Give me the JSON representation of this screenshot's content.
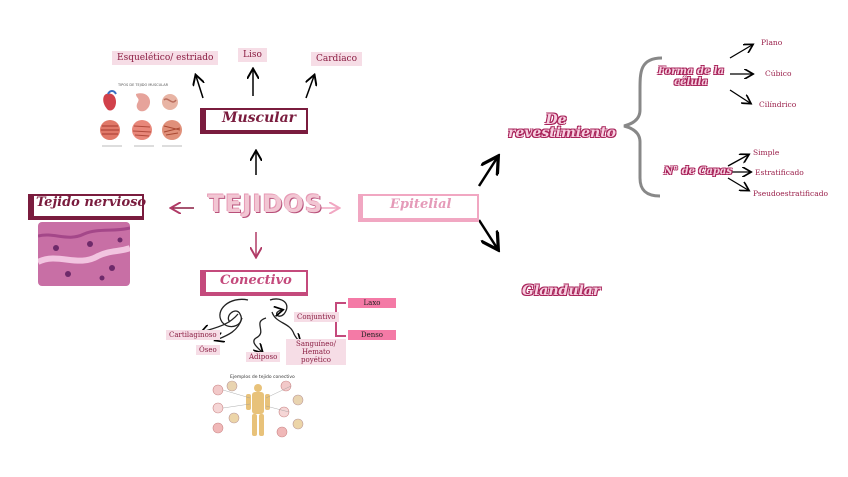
{
  "central": "TEJIDOS",
  "muscular": {
    "title": "Muscular",
    "types": [
      "Esquelético/ estriado",
      "Liso",
      "Cardíaco"
    ],
    "image_caption": "TIPOS DE TEJIDO MUSCULAR"
  },
  "nervioso": {
    "title": "Tejido nervioso"
  },
  "epitelial": {
    "title": "Epitelial",
    "branches": [
      "De revestimiento",
      "Glandular"
    ],
    "forma": {
      "label": "Forma de la célula",
      "items": [
        "Plano",
        "Cúbico",
        "Cilíndrico"
      ]
    },
    "capas": {
      "label": "N° de Capas",
      "items": [
        "Simple",
        "Estratificado",
        "Pseudoestratificado"
      ]
    }
  },
  "conectivo": {
    "title": "Conectivo",
    "types": [
      "Conjuntivo",
      "Cartilaginoso",
      "Óseo",
      "Adiposo",
      "Sanguíneo/ Hemato poyético"
    ],
    "conjuntivo_sub": [
      "Laxo",
      "Denso"
    ],
    "image_caption": "Ejemplos de tejido conectivo"
  },
  "colors": {
    "accent": "#c44a7c",
    "dark": "#7a1c3e",
    "tag_bg": "#f6dde6"
  }
}
